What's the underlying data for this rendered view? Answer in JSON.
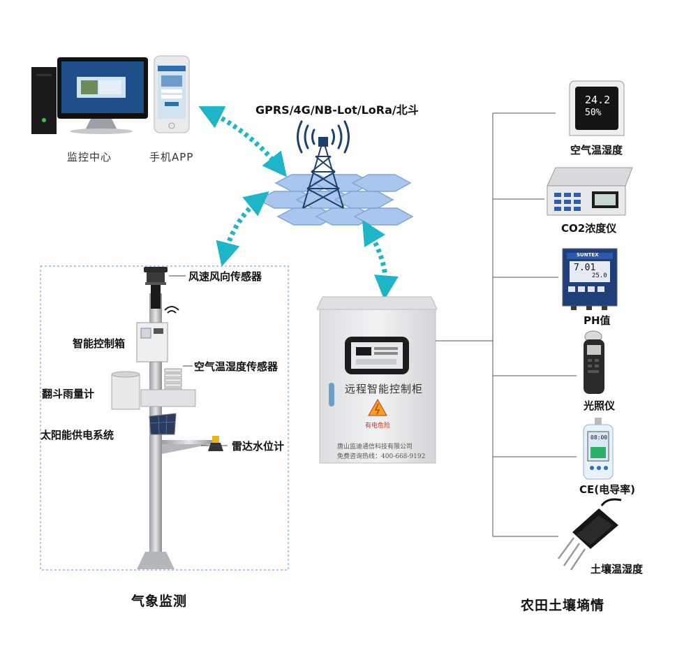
{
  "top": {
    "monitor_center": "监控中心",
    "mobile_app": "手机APP",
    "network_protocols": "GPRS/4G/NB-Lot/LoRa/北斗"
  },
  "weather": {
    "section_title": "气象监测",
    "wind_sensor": "风速风向传感器",
    "smart_box": "智能控制箱",
    "air_sensor": "空气温湿度传感器",
    "rain_gauge": "翻斗雨量计",
    "solar": "太阳能供电系统",
    "radar": "雷达水位计"
  },
  "cabinet": {
    "title": "远程智能控制柜",
    "warning": "有电危险",
    "company": "唐山监迪通信科技有限公司",
    "hotline": "免费咨询热线：400-668-9192"
  },
  "soil": {
    "section_title": "农田土壤墒情",
    "devices": [
      {
        "label": "空气温湿度"
      },
      {
        "label": "CO2浓度仪"
      },
      {
        "label": "PH值"
      },
      {
        "label": "光照仪"
      },
      {
        "label": "CE(电导率)"
      },
      {
        "label": "土壤温湿度"
      }
    ]
  },
  "device_screens": {
    "air_temp": "24.2",
    "air_hum": "50%",
    "ph_brand": "SUNTEX",
    "ph_value": "7.01",
    "ph_temp": "25.0",
    "ce_value": "08:00"
  },
  "colors": {
    "arrow": "#1fb5c9",
    "cabinet": "#e9eaec",
    "hex_tile": "#a9c6ec"
  }
}
